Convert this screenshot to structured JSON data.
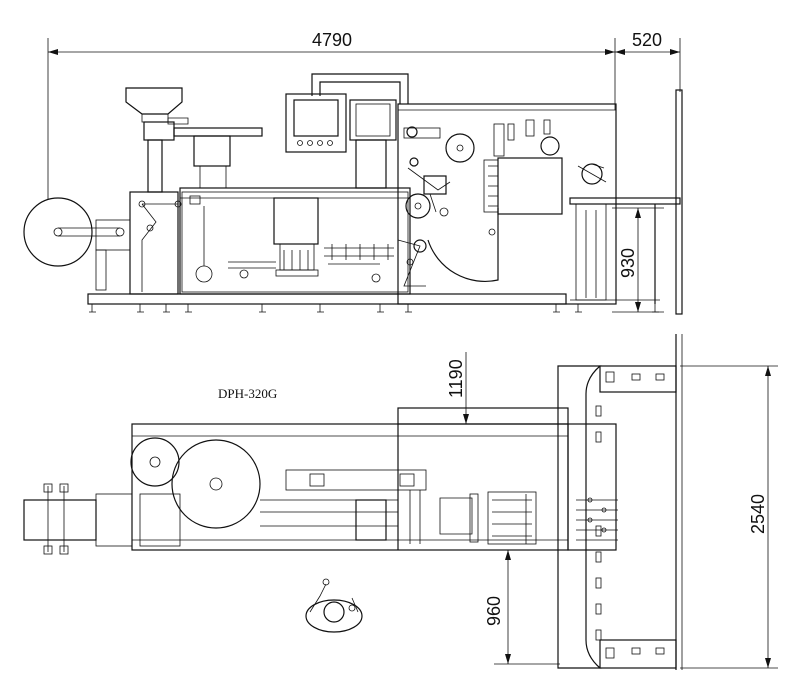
{
  "dimensions": {
    "total_length": "4790",
    "side_extension": "520",
    "table_height": "930",
    "gap_height": "1190",
    "overall_width": "2540",
    "operator_clearance": "960"
  },
  "model_label": "DPH-320G"
}
